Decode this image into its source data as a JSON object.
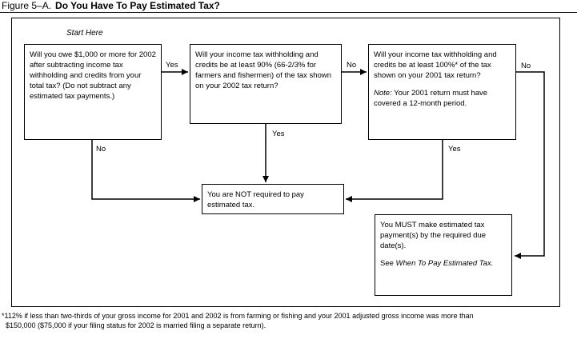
{
  "figure": {
    "label": "Figure 5–A.",
    "title": "Do You Have To Pay Estimated Tax?"
  },
  "flowchart": {
    "start_label": "Start Here",
    "boxes": {
      "q1": "Will you owe $1,000 or more for 2002 after subtracting income tax withholding and credits from your total tax? (Do not subtract any estimated tax payments.)",
      "q2": "Will your income tax withholding and credits be at least 90% (66-2/3% for farmers and fishermen) of the tax shown on your 2002 tax return?",
      "q3_question": "Will your income tax withholding and credits be at least 100%* of the tax shown on your 2001 tax return?",
      "q3_note_label": "Note:",
      "q3_note_text": " Your 2001 return must have covered a 12-month period.",
      "not_required": "You are NOT required to pay estimated tax.",
      "must_line1": "You MUST make estimated tax payment(s) by the required due date(s).",
      "must_see_prefix": "See ",
      "must_see_italic": "When To Pay Estimated Tax."
    },
    "labels": {
      "q1_yes": "Yes",
      "q1_no": "No",
      "q2_no": "No",
      "q2_yes": "Yes",
      "q3_no": "No",
      "q3_yes": "Yes"
    }
  },
  "footnote": {
    "line1": "*112% if less than two-thirds of your gross income for 2001 and 2002 is from farming or fishing and your 2001 adjusted gross income was more than",
    "line2": "$150,000 ($75,000 if your filing status for 2002 is married filing a separate return)."
  }
}
